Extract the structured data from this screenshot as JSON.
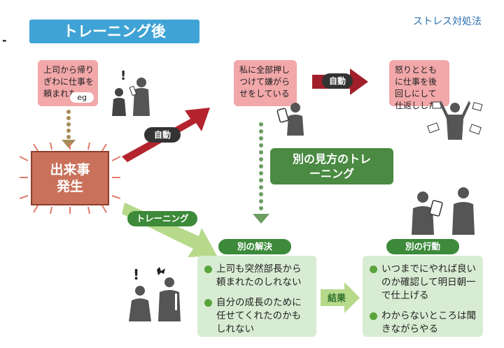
{
  "title": "トレーニング後",
  "top_right_label": "ストレス対処法",
  "left_dash": "-",
  "situation": {
    "text": "上司から帰りぎわに仕事を頼まれた",
    "tag": "eg"
  },
  "event": "出来事発生",
  "auto_label_1": "自動",
  "auto_label_2": "自動",
  "training_label": "トレーニング",
  "thought_auto": "私に全部押しつけて嫌がらせをしている",
  "reaction_auto": "怒りとともに仕事を後回しにして仕返しした",
  "alt_view_training": "別の見方のトレーニング",
  "alt_solution": {
    "header": "別の解決",
    "items": [
      "上司も突然部長から頼まれたのしれない",
      "自分の成長のために任せてくれたのかもしれない"
    ]
  },
  "result_label": "結果",
  "alt_action": {
    "header": "別の行動",
    "items": [
      "いつまでにやれば良いのか確認して明日朝一で仕上げる",
      "わからないところは聞きながらやる"
    ]
  },
  "colors": {
    "title_bg": "#3fa3d6",
    "pink": "#f2a7a9",
    "event_bg": "#c9715a",
    "red_arrow": "#b3242e",
    "light_green": "#b6d98a",
    "dark_green": "#3c8a3a",
    "panel_green": "#d8ecd3"
  }
}
